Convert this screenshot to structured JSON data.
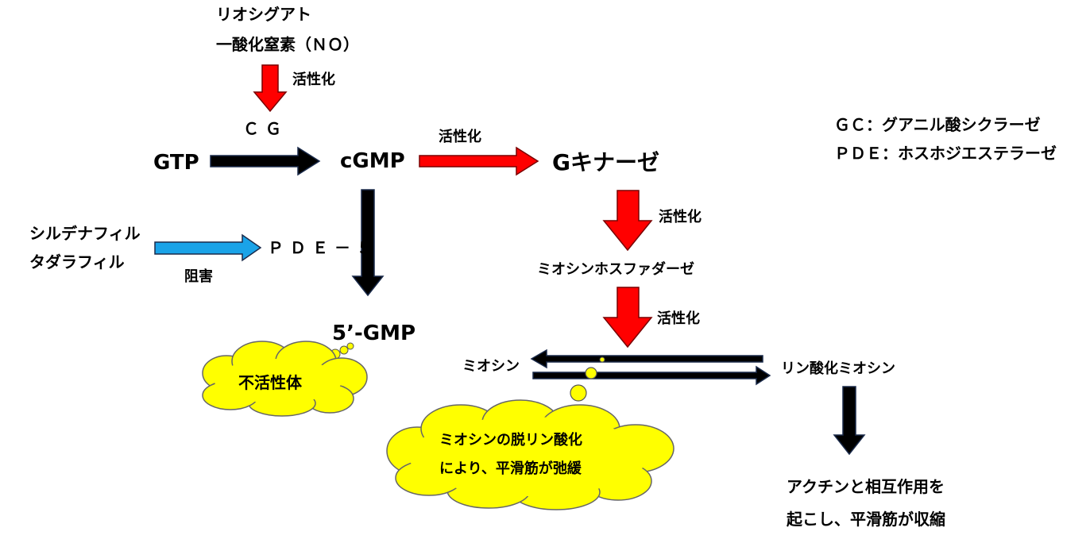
{
  "inputs": {
    "line1": "リオシグアト",
    "line2": "一酸化窒素（ＮＯ）"
  },
  "labels": {
    "activate_1": "活性化",
    "activate_2": "活性化",
    "activate_3": "活性化",
    "activate_4": "活性化",
    "inhibit": "阻害"
  },
  "nodes": {
    "gc": "ＣＧ",
    "gtp": "GTP",
    "cgmp": "cGMP",
    "g_kinase": "Gキナーゼ",
    "pde5": "ＰＤＥ－５",
    "gmp5": "5’-GMP",
    "mlcp": "ミオシンホスファダーゼ",
    "myosin": "ミオシン",
    "p_myosin": "リン酸化ミオシン"
  },
  "drugs": {
    "line1": "シルデナフィル",
    "line2": "タダラフィル"
  },
  "legend": {
    "gc": "ＧＣ：グアニル酸シクラーゼ",
    "pde": "ＰＤＥ：ホスホジエステラーゼ"
  },
  "clouds": {
    "inactive": "不活性体",
    "relax_line1": "ミオシンの脱リン酸化",
    "relax_line2": "により、平滑筋が弛緩"
  },
  "outcome": {
    "line1": "アクチンと相互作用を",
    "line2": "起こし、平滑筋が収縮"
  },
  "colors": {
    "activation": "#ff0000",
    "conversion": "#000000",
    "inhibition": "#1aa3e8",
    "cloud": "#ffff00"
  }
}
